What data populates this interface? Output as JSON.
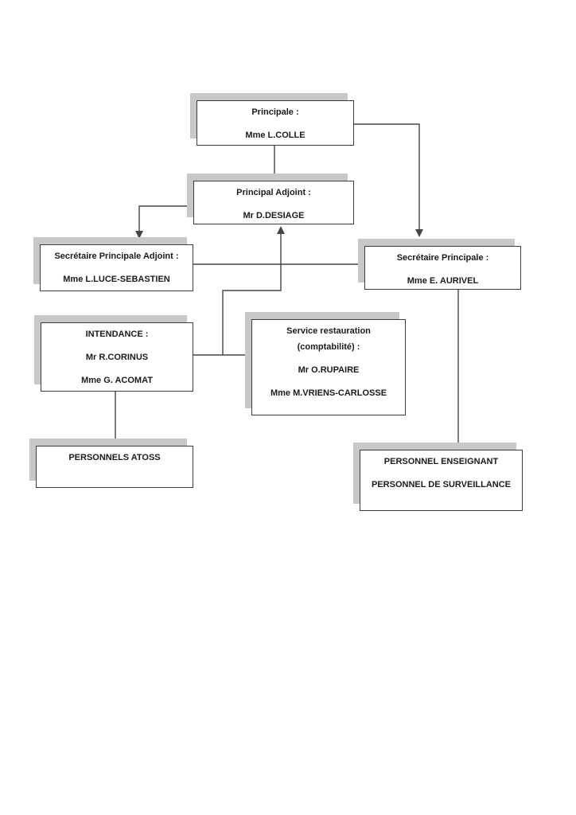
{
  "colors": {
    "box-border": "#3c3c3c",
    "box-shadow": "#c8c8c8",
    "connector": "#454545",
    "text": "#1b1b1b",
    "page-bg": "#ffffff"
  },
  "org_chart": {
    "boxes": {
      "principale": {
        "lines": [
          "Principale :",
          "Mme L.COLLE"
        ]
      },
      "principal_adjoint": {
        "lines": [
          "Principal Adjoint :",
          "Mr D.DESIAGE"
        ]
      },
      "secretaire_principale_adjoint": {
        "lines": [
          "Secrétaire Principale Adjoint :",
          "Mme L.LUCE-SEBASTIEN"
        ]
      },
      "secretaire_principale": {
        "lines": [
          "Secrétaire Principale :",
          "Mme E. AURIVEL"
        ]
      },
      "intendance": {
        "lines": [
          "INTENDANCE :",
          "Mr R.CORINUS",
          "Mme G. ACOMAT"
        ]
      },
      "service_restauration": {
        "lines": [
          "Service restauration",
          "(comptabilité) :",
          "Mr O.RUPAIRE",
          "Mme M.VRIENS-CARLOSSE"
        ]
      },
      "personnels_atoss": {
        "lines": [
          "PERSONNELS ATOSS"
        ]
      },
      "personnel_enseignant": {
        "lines": [
          "PERSONNEL ENSEIGNANT",
          "PERSONNEL DE SURVEILLANCE"
        ]
      }
    }
  }
}
